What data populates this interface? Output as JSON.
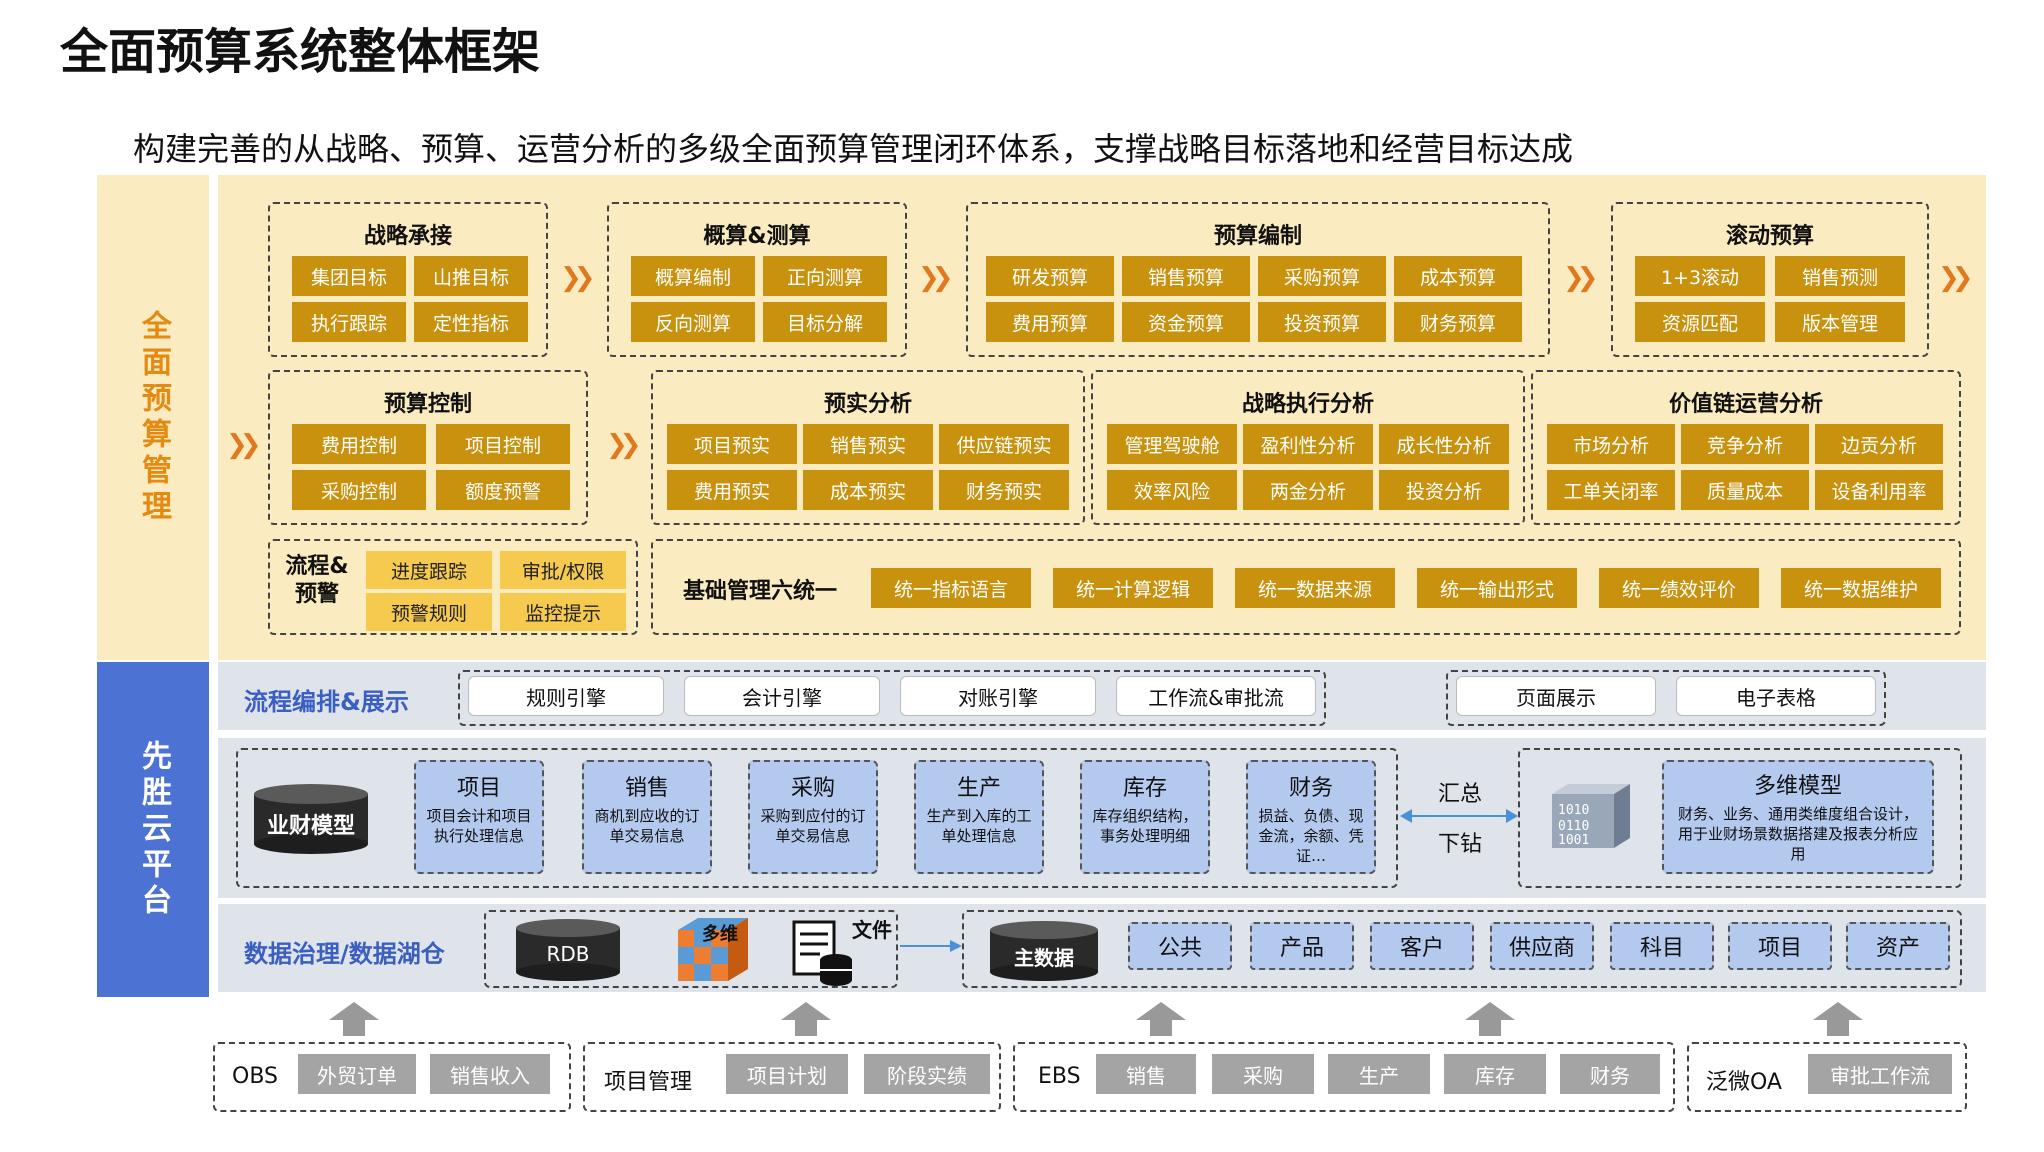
{
  "title": "全面预算系统整体框架",
  "subtitle": "构建完善的从战略、预算、运营分析的多级全面预算管理闭环体系，支撑战略目标落地和经营目标达成",
  "side_budget": "全面预算管理",
  "side_cloud": "先胜云平台",
  "strategy": {
    "title": "战略承接",
    "items": [
      "集团目标",
      "山推目标",
      "执行跟踪",
      "定性指标"
    ]
  },
  "estimate": {
    "title": "概算&测算",
    "items": [
      "概算编制",
      "正向测算",
      "反向测算",
      "目标分解"
    ]
  },
  "compile": {
    "title": "预算编制",
    "items": [
      "研发预算",
      "销售预算",
      "采购预算",
      "成本预算",
      "费用预算",
      "资金预算",
      "投资预算",
      "财务预算"
    ]
  },
  "rolling": {
    "title": "滚动预算",
    "items": [
      "1+3滚动",
      "销售预测",
      "资源匹配",
      "版本管理"
    ]
  },
  "control": {
    "title": "预算控制",
    "items": [
      "费用控制",
      "项目控制",
      "采购控制",
      "额度预警"
    ]
  },
  "actual": {
    "title": "预实分析",
    "items": [
      "项目预实",
      "销售预实",
      "供应链预实",
      "费用预实",
      "成本预实",
      "财务预实"
    ]
  },
  "exec": {
    "title": "战略执行分析",
    "items": [
      "管理驾驶舱",
      "盈利性分析",
      "成长性分析",
      "效率风险",
      "两金分析",
      "投资分析"
    ]
  },
  "value": {
    "title": "价值链运营分析",
    "items": [
      "市场分析",
      "竞争分析",
      "边贡分析",
      "工单关闭率",
      "质量成本",
      "设备利用率"
    ]
  },
  "flow": {
    "title": "流程&预警",
    "items": [
      "进度跟踪",
      "审批/权限",
      "预警规则",
      "监控提示"
    ]
  },
  "six": {
    "title": "基础管理六统一",
    "items": [
      "统一指标语言",
      "统一计算逻辑",
      "统一数据来源",
      "统一输出形式",
      "统一绩效评价",
      "统一数据维护"
    ]
  },
  "orchestration": {
    "title": "流程编排&展示",
    "engines": [
      "规则引擎",
      "会计引擎",
      "对账引擎",
      "工作流&审批流"
    ],
    "display": [
      "页面展示",
      "电子表格"
    ]
  },
  "model": {
    "db_label": "业财模型",
    "modules": [
      {
        "title": "项目",
        "desc": "项目会计和项目执行处理信息"
      },
      {
        "title": "销售",
        "desc": "商机到应收的订单交易信息"
      },
      {
        "title": "采购",
        "desc": "采购到应付的订单交易信息"
      },
      {
        "title": "生产",
        "desc": "生产到入库的工单处理信息"
      },
      {
        "title": "库存",
        "desc": "库存组织结构，事务处理明细"
      },
      {
        "title": "财务",
        "desc": "损益、负债、现金流，余额、凭证…"
      }
    ],
    "summary": "汇总",
    "drill": "下钻",
    "multi_title": "多维模型",
    "multi_desc": "财务、业务、通用类维度组合设计，用于业财场景数据搭建及报表分析应用"
  },
  "governance": {
    "title": "数据治理/数据湖仓",
    "rdb": "RDB",
    "multi": "多维",
    "file": "文件",
    "master": "主数据",
    "items": [
      "公共",
      "产品",
      "客户",
      "供应商",
      "科目",
      "项目",
      "资产"
    ]
  },
  "sources": [
    {
      "label": "OBS",
      "items": [
        "外贸订单",
        "销售收入"
      ]
    },
    {
      "label": "项目管理",
      "items": [
        "项目计划",
        "阶段实绩"
      ]
    },
    {
      "label": "EBS",
      "items": [
        "销售",
        "采购",
        "生产",
        "库存",
        "财务"
      ]
    },
    {
      "label": "泛微OA",
      "items": [
        "审批工作流"
      ]
    }
  ]
}
